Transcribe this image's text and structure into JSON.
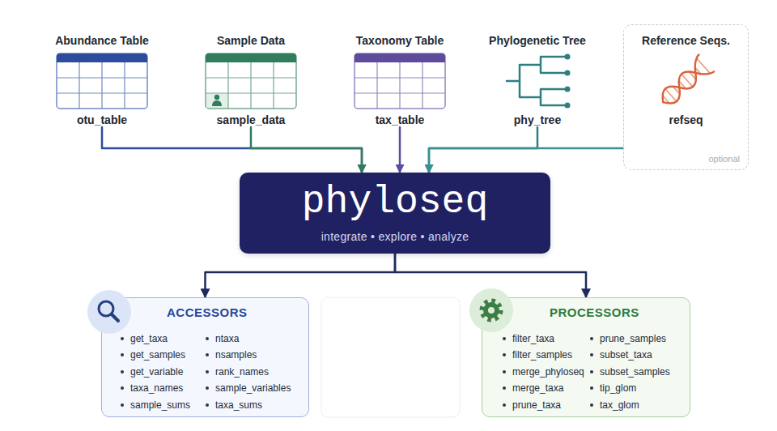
{
  "diagram": {
    "nodes": [
      {
        "text": [
          "Abundance Table",
          "otu_table"
        ]
      },
      {
        "text": [
          "Sample Data",
          "sample_data"
        ]
      },
      {
        "text": [
          "Taxonomy Table",
          "tax_table"
        ]
      },
      {
        "text": [
          "Phylogenetic Tree",
          "phy_tree"
        ]
      },
      {
        "text": [
          "Reference Seqs.",
          "refseq",
          "optional"
        ]
      },
      {
        "text": [
          "phyloseq",
          "integrate • explore • analyze"
        ]
      },
      {
        "text": [
          "ACCESSORS",
          "get_taxa",
          "get_samples",
          "get_variable",
          "taxa_names",
          "sample_sums",
          "ntaxa",
          "nsamples",
          "rank_names",
          "sample_variables",
          "taxa_sums"
        ]
      },
      {
        "text": [
          "PROCESSORS",
          "filter_taxa",
          "filter_samples",
          "merge_phyloseq",
          "merge_taxa",
          "prune_taxa",
          "prune_samples",
          "subset_taxa",
          "subset_samples",
          "tip_glom",
          "tax_glom"
        ]
      }
    ],
    "edges": [
      {
        "from": 0,
        "to": 5,
        "arrow": "to"
      },
      {
        "from": 1,
        "to": 5,
        "arrow": "to"
      },
      {
        "from": 2,
        "to": 5,
        "arrow": "to"
      },
      {
        "from": 3,
        "to": 5,
        "arrow": "to"
      },
      {
        "from": 4,
        "to": 5,
        "arrow": "to"
      },
      {
        "from": 5,
        "to": 6,
        "arrow": "to"
      },
      {
        "from": 5,
        "to": 7,
        "arrow": "to"
      }
    ]
  }
}
